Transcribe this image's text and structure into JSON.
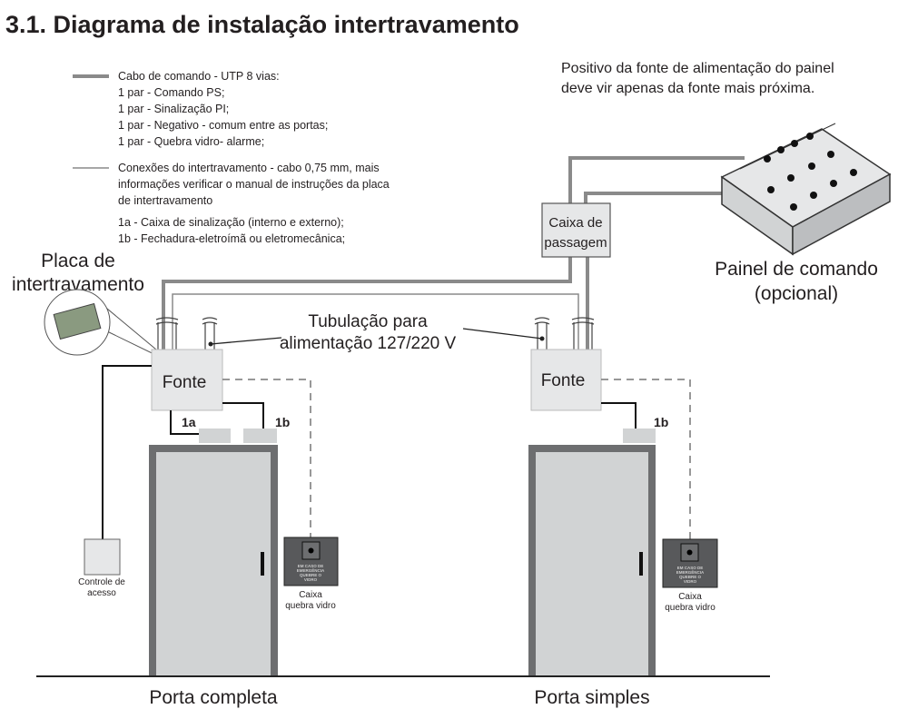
{
  "title": "3.1. Diagrama de instalação intertravamento",
  "legend": {
    "utp": [
      "Cabo de comando - UTP 8 vias:",
      "1 par - Comando PS;",
      "1 par - Sinalização PI;",
      "1 par - Negativo - comum entre as portas;",
      "1 par - Quebra vidro- alarme;"
    ],
    "conn": [
      "Conexões do intertravamento - cabo 0,75 mm, mais",
      "informações verificar o manual de instruções da placa",
      "de intertravamento",
      "1a - Caixa de sinalização (interno e externo);",
      "1b - Fechadura-eletroímã ou eletromecânica;"
    ]
  },
  "note": [
    "Positivo da fonte de alimentação do painel",
    "deve vir apenas da fonte mais próxima."
  ],
  "placa": [
    "Placa de",
    "intertravamento"
  ],
  "caixa_passagem": [
    "Caixa de",
    "passagem"
  ],
  "painel": [
    "Painel de comando",
    "(opcional)"
  ],
  "tubulacao": [
    "Tubulação para",
    "alimentação 127/220 V"
  ],
  "fonte": "Fonte",
  "label_1a": "1a",
  "label_1b": "1b",
  "controle": [
    "Controle de",
    "acesso"
  ],
  "quebra_vidro": [
    "Caixa",
    "quebra vidro"
  ],
  "quebra_vidro_plate": [
    "EM CASO DE",
    "EMERGÊNCIA",
    "QUEBRE O",
    "VIDRO"
  ],
  "door_left": "Porta completa",
  "door_right": "Porta simples",
  "colors": {
    "cable": "#8a8a8a",
    "door": "#6d6e70",
    "fonte": "#e6e7e8"
  }
}
